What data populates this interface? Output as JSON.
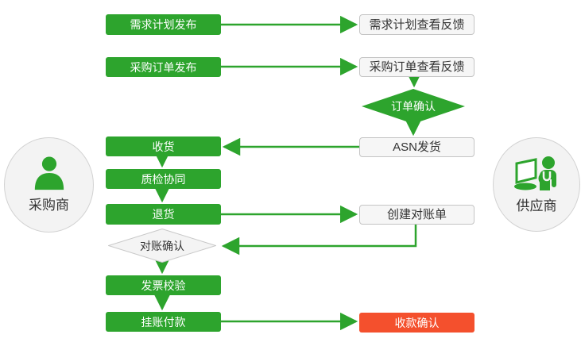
{
  "colors": {
    "green": "#2da42d",
    "red": "#f4502d",
    "box_bg": "#f6f6f6",
    "box_border": "#c4c4c4",
    "text_dark": "#333333",
    "circle_bg": "#f3f3f3",
    "circle_border": "#d2d2d2"
  },
  "actors": {
    "buyer": {
      "label": "采购商",
      "icon": "person-icon"
    },
    "supplier": {
      "label": "供应商",
      "icon": "person-laptop-icon"
    }
  },
  "nodes": {
    "demand_plan_publish": "需求计划发布",
    "demand_plan_feedback": "需求计划查看反馈",
    "po_publish": "采购订单发布",
    "po_feedback": "采购订单查看反馈",
    "order_confirm": "订单确认",
    "asn_ship": "ASN发货",
    "receive": "收货",
    "quality_check": "质检协同",
    "return_goods": "退货",
    "create_statement": "创建对账单",
    "statement_confirm": "对账确认",
    "invoice_verify": "发票校验",
    "payment": "挂账付款",
    "receipt_confirm": "收款确认"
  }
}
